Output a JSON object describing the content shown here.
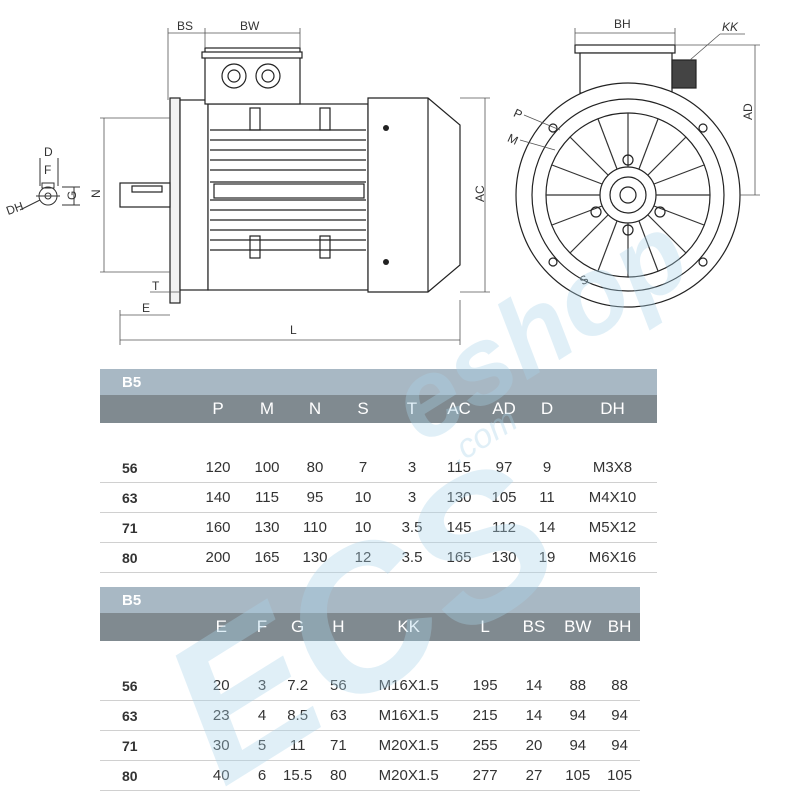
{
  "drawing": {
    "side_view_labels": {
      "bs": "BS",
      "bw": "BW",
      "n": "N",
      "ac": "AC",
      "t": "T",
      "e": "E",
      "l": "L"
    },
    "shaft_labels": {
      "d": "D",
      "f": "F",
      "g": "G",
      "dh": "DH"
    },
    "end_view_labels": {
      "bh": "BH",
      "kk": "KK",
      "ad": "AD",
      "p": "P",
      "m": "M",
      "s": "S"
    }
  },
  "watermark": {
    "main": "ECS",
    "sub": "eshop",
    "dom": ".com"
  },
  "table1": {
    "title": "B5",
    "columns": [
      "P",
      "M",
      "N",
      "S",
      "T",
      "AC",
      "AD",
      "D",
      "DH"
    ],
    "rows": [
      {
        "size": "56",
        "values": [
          "120",
          "100",
          "80",
          "7",
          "3",
          "115",
          "97",
          "9",
          "M3X8"
        ]
      },
      {
        "size": "63",
        "values": [
          "140",
          "115",
          "95",
          "10",
          "3",
          "130",
          "105",
          "11",
          "M4X10"
        ]
      },
      {
        "size": "71",
        "values": [
          "160",
          "130",
          "110",
          "10",
          "3.5",
          "145",
          "112",
          "14",
          "M5X12"
        ]
      },
      {
        "size": "80",
        "values": [
          "200",
          "165",
          "130",
          "12",
          "3.5",
          "165",
          "130",
          "19",
          "M6X16"
        ]
      }
    ]
  },
  "table2": {
    "title": "B5",
    "columns": [
      "E",
      "F",
      "G",
      "H",
      "KK",
      "L",
      "BS",
      "BW",
      "BH"
    ],
    "rows": [
      {
        "size": "56",
        "values": [
          "20",
          "3",
          "7.2",
          "56",
          "M16X1.5",
          "195",
          "14",
          "88",
          "88"
        ]
      },
      {
        "size": "63",
        "values": [
          "23",
          "4",
          "8.5",
          "63",
          "M16X1.5",
          "215",
          "14",
          "94",
          "94"
        ]
      },
      {
        "size": "71",
        "values": [
          "30",
          "5",
          "11",
          "71",
          "M20X1.5",
          "255",
          "20",
          "94",
          "94"
        ]
      },
      {
        "size": "80",
        "values": [
          "40",
          "6",
          "15.5",
          "80",
          "M20X1.5",
          "277",
          "27",
          "105",
          "105"
        ]
      }
    ]
  }
}
